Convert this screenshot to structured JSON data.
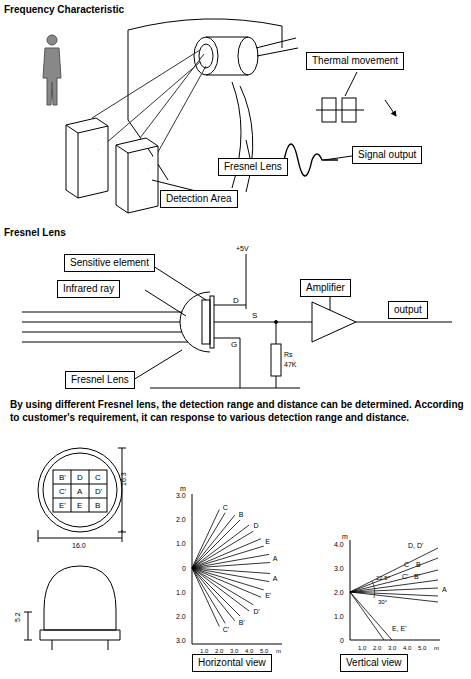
{
  "diagram": {
    "title": "Frequency Characteristic",
    "nodes": [
      {
        "text": [
          "Thermal movement"
        ]
      },
      {
        "text": [
          "Fresnel Lens"
        ]
      },
      {
        "text": [
          "Signal output"
        ]
      },
      {
        "text": [
          "Detection Area"
        ]
      },
      {
        "text": [
          "Sensitive element"
        ]
      },
      {
        "text": [
          "Infrared ray"
        ]
      },
      {
        "text": [
          "Amplifier"
        ]
      },
      {
        "text": [
          "output"
        ]
      },
      {
        "text": [
          "Fresnel Lens"
        ]
      },
      {
        "text": [
          "Horizontal view"
        ]
      },
      {
        "text": [
          "Vertical view"
        ]
      }
    ],
    "labels": [
      "Fresnel Lens",
      "By using different Fresnel lens, the detection range and distance can be determined. According to customer's requirement, it can response to various detection range and distance.",
      "+5V",
      "D",
      "S",
      "G",
      "Rs",
      "47K",
      "B'",
      "C'",
      "E'",
      "D",
      "A",
      "E",
      "C",
      "D'",
      "B",
      "16.3",
      "16.0",
      "5.2",
      "m",
      "3.0",
      "2.0",
      "1.0",
      "0",
      "1.0",
      "2.0",
      "3.0",
      "1.0",
      "2.0",
      "3.0",
      "4.0",
      "5.0",
      "m",
      "C",
      "B",
      "D",
      "E",
      "A",
      "A",
      "E'",
      "D'",
      "B'",
      "C'",
      "m",
      "4.0",
      "3.0",
      "2.0",
      "1.0",
      "0",
      "1.0",
      "2.0",
      "3.0",
      "4.0",
      "5.0",
      "m",
      "D, D'",
      "C",
      "B",
      "C'",
      "B'",
      "A",
      "22.5°",
      "30°",
      "E, E'"
    ]
  }
}
